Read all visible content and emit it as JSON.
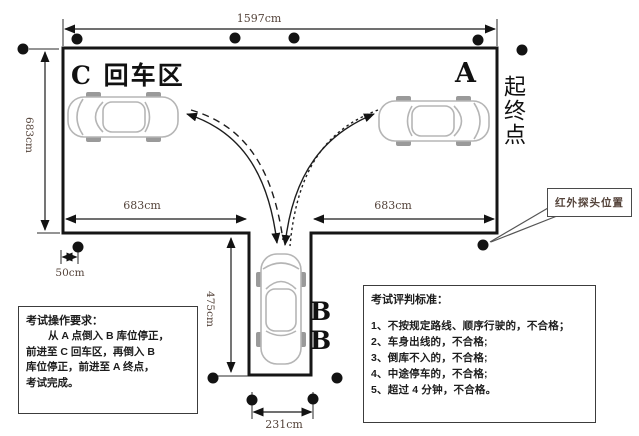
{
  "diagram": {
    "dims": {
      "top": "1597cm",
      "left": "683cm",
      "bottom_left": "683cm",
      "bottom_right": "683cm",
      "lane_depth": "475cm",
      "lane_width": "231cm",
      "corner_offset": "50cm"
    },
    "areas": {
      "c": "C 回车区",
      "a": "A",
      "b": "B",
      "start_end": "起终点"
    },
    "sensor_label": "红外探头位置"
  },
  "requirements": {
    "title": "考试操作要求：",
    "lines": [
      "从 A 点倒入 B 库位停正，",
      "前进至 C 回车区，再倒入 B",
      "库位停正，前进至 A 终点，",
      "考试完成。"
    ]
  },
  "criteria": {
    "title": "考试评判标准：",
    "items": [
      "1、不按规定路线、顺序行驶的，不合格；",
      "2、车身出线的，不合格;",
      "3、倒库不入的，不合格;",
      "4、中途停车的，不合格;",
      "5、超过 4 分钟，不合格。"
    ]
  },
  "colors": {
    "ink": "#1a1a1a",
    "dim_label": "#54433a",
    "car_outline": "#b5b5b5",
    "background": "#ffffff"
  }
}
